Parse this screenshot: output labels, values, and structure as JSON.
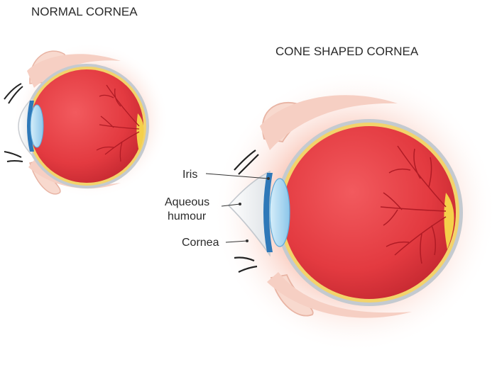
{
  "normal_eye": {
    "title": "NORMAL CORNEA"
  },
  "cone_eye": {
    "title": "CONE SHAPED CORNEA",
    "labels": {
      "iris": "Iris",
      "aqueous_line1": "Aqueous",
      "aqueous_line2": "humour",
      "cornea": "Cornea"
    }
  },
  "colors": {
    "eyeball": "#e8393f",
    "sclera_rim": "#b9bfc6",
    "eyelid": "#f6cfc3",
    "glow": "#fbd2c4",
    "iris": "#2e78b8",
    "lens": "#a7d4ef",
    "optic_nerve": "#f5d04a",
    "vessels": "#b01b25"
  }
}
